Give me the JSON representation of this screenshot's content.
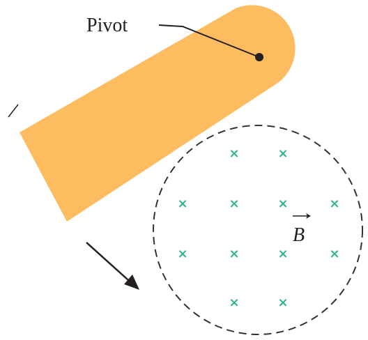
{
  "labels": {
    "pivot": "Pivot",
    "field": "B"
  },
  "field_marker": "×",
  "field_grid": {
    "rows": [
      [
        0,
        1,
        1,
        0
      ],
      [
        1,
        1,
        1,
        1
      ],
      [
        1,
        1,
        1,
        1
      ],
      [
        0,
        1,
        1,
        0
      ]
    ]
  },
  "colors": {
    "bar": "#fdbc5f",
    "field_marker": "#2bb58d",
    "line": "#231f20"
  }
}
